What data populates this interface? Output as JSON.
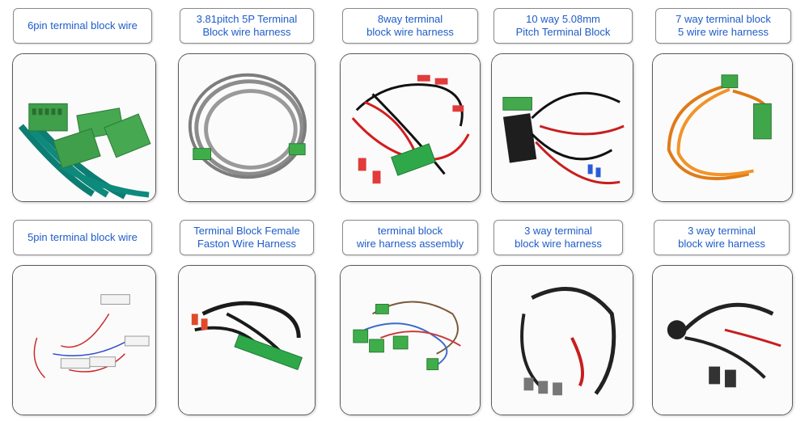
{
  "products": [
    {
      "label": "6pin terminal block wire"
    },
    {
      "label": "3.81pitch 5P Terminal\nBlock wire harness"
    },
    {
      "label": "8way terminal\nblock wire harness"
    },
    {
      "label": "10 way 5.08mm\nPitch Terminal Block"
    },
    {
      "label": "7 way terminal block\n5 wire wire harness"
    },
    {
      "label": "5pin terminal block wire"
    },
    {
      "label": "Terminal Block Female\nFaston Wire Harness"
    },
    {
      "label": "terminal block\nwire harness assembly"
    },
    {
      "label": "3 way terminal\nblock wire harness"
    },
    {
      "label": "3 way terminal\nblock wire harness"
    }
  ]
}
